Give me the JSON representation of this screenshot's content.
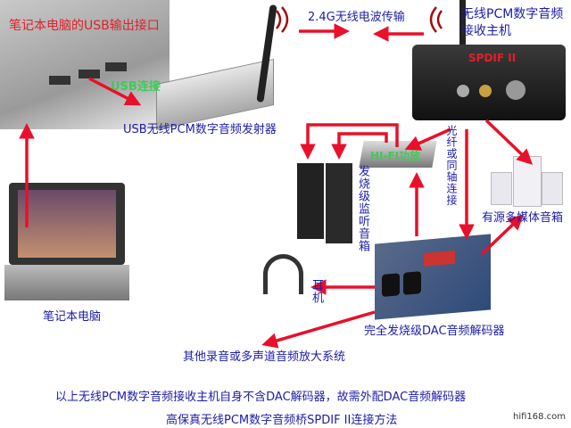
{
  "labels": {
    "usb_port": "笔记本电脑的USB输出接口",
    "usb_connect": "USB连接",
    "transmitter": "USB无线PCM数字音频发射器",
    "wireless": "2.4G无线电波传输",
    "receiver_line1": "无线PCM数字音频",
    "receiver_line2": "接收主机",
    "spdif": "SPDIF II",
    "hifi_amp": "HI-FI功放",
    "fiber": "光纤或同轴连接",
    "monitor": "发烧级监听音箱",
    "multimedia": "有源多媒体音箱",
    "headphone": "耳机",
    "laptop": "笔记本电脑",
    "dac": "完全发烧级DAC音频解码器",
    "other": "其他录音或多声道音频放大系统",
    "note": "以上无线PCM数字音频接收主机自身不含DAC解码器，故需外配DAC音频解码器",
    "title": "高保真无线PCM数字音频桥SPDIF II连接方法",
    "watermark": "hifi168.com"
  },
  "colors": {
    "arrow": "#e8102a",
    "text": "#1c1ca8"
  }
}
